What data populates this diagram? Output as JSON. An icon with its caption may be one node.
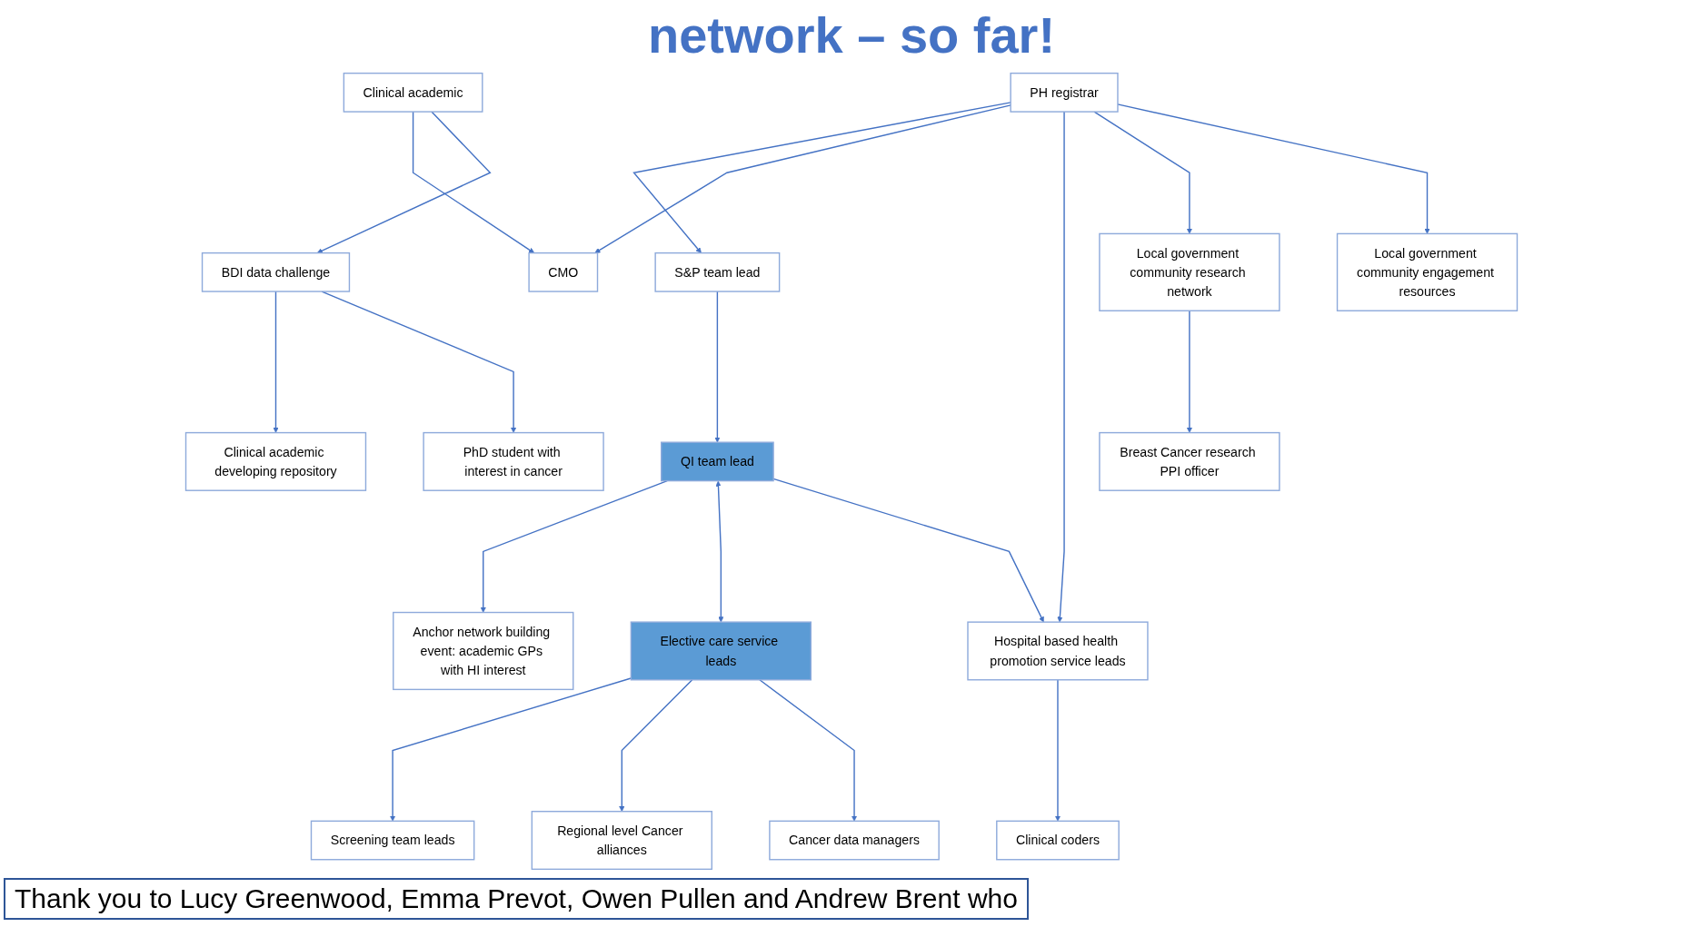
{
  "diagram": {
    "title": "network – so far!",
    "caption": "Thank you to Lucy Greenwood, Emma Prevot, Owen Pullen and Andrew Brent who",
    "nodes": [
      {
        "text": [
          "Anchor network building event: academic GPs with HI interest"
        ]
      },
      {
        "text": [
          "S&P team lead"
        ]
      },
      {
        "text": [
          "Clinical academic"
        ]
      },
      {
        "text": [
          "BDI data challenge"
        ]
      },
      {
        "text": [
          "CMO"
        ]
      },
      {
        "text": [
          "QI team lead"
        ]
      },
      {
        "text": [
          "Clinical academic developing repository"
        ]
      },
      {
        "text": [
          "PhD student with interest in cancer"
        ]
      },
      {
        "text": [
          "PH registrar"
        ]
      },
      {
        "text": [
          "Elective care service leads"
        ]
      },
      {
        "text": [
          "Screening team leads"
        ]
      },
      {
        "text": [
          "Local government community engagement resources"
        ]
      },
      {
        "text": [
          "Hospital based health promotion service leads"
        ]
      },
      {
        "text": [
          "Local government community research network"
        ]
      },
      {
        "text": [
          "Regional level Cancer alliances"
        ]
      },
      {
        "text": [
          "Cancer data managers"
        ]
      },
      {
        "text": [
          "Clinical coders"
        ]
      },
      {
        "text": [
          "Breast Cancer research PPI officer"
        ]
      }
    ],
    "edges": [
      {
        "from": 5,
        "to": 0,
        "arrow": "to"
      },
      {
        "from": 1,
        "to": 5,
        "arrow": "to"
      },
      {
        "from": 8,
        "to": 1,
        "arrow": "to"
      },
      {
        "from": 2,
        "to": 4,
        "arrow": "to"
      },
      {
        "from": 2,
        "to": 3,
        "arrow": "to"
      },
      {
        "from": 3,
        "to": 6,
        "arrow": "to"
      },
      {
        "from": 3,
        "to": 7,
        "arrow": "to"
      },
      {
        "from": 8,
        "to": 4,
        "arrow": "to"
      },
      {
        "from": 5,
        "to": 9,
        "arrow": "both"
      },
      {
        "from": 5,
        "to": 12,
        "arrow": "to"
      },
      {
        "from": 8,
        "to": 12,
        "arrow": "to"
      },
      {
        "from": 8,
        "to": 13,
        "arrow": "to"
      },
      {
        "from": 8,
        "to": 11,
        "arrow": "to"
      },
      {
        "from": 9,
        "to": 10,
        "arrow": "to"
      },
      {
        "from": 9,
        "to": 14,
        "arrow": "to"
      },
      {
        "from": 9,
        "to": 15,
        "arrow": "to"
      },
      {
        "from": 12,
        "to": 16,
        "arrow": "to"
      },
      {
        "from": 13,
        "to": 17,
        "arrow": "to"
      }
    ]
  }
}
